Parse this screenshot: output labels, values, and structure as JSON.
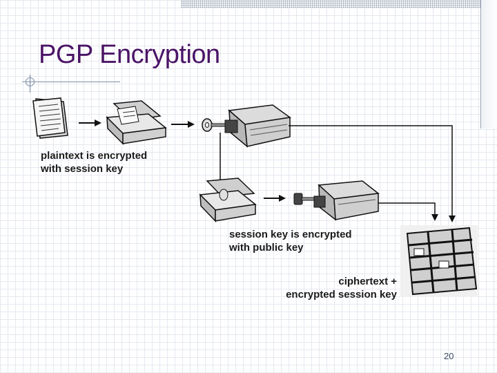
{
  "slide": {
    "title": "PGP Encryption",
    "page_number": "20"
  },
  "diagram": {
    "labels": {
      "step1_line1": "plaintext is encrypted",
      "step1_line2": "with session key",
      "step2_line1": "session key is encrypted",
      "step2_line2": "with public key",
      "result_line1": "ciphertext +",
      "result_line2": "encrypted session key"
    },
    "icons": [
      "plaintext-document-icon",
      "open-lockbox-icon",
      "session-key-icon",
      "locked-box-icon",
      "public-key-icon",
      "ciphertext-bundle-icon"
    ]
  }
}
